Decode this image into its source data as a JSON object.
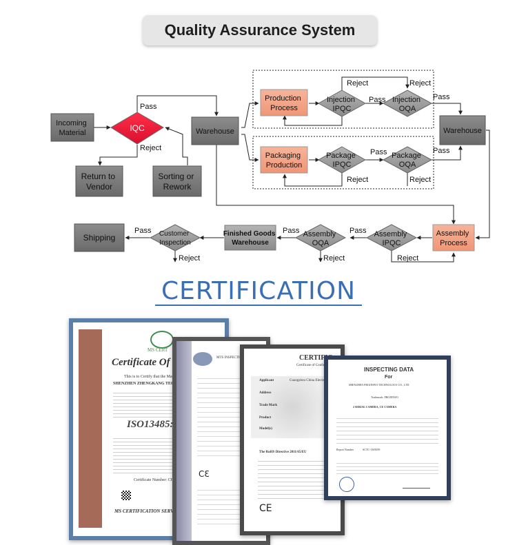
{
  "header": {
    "title": "Quality Assurance System"
  },
  "flow": {
    "incoming": [
      "Incoming",
      "Material"
    ],
    "iqc": "IQC",
    "return_vendor": [
      "Return to",
      "Vendor"
    ],
    "sorting": [
      "Sorting or",
      "Rework"
    ],
    "warehouse_left": "Warehouse",
    "warehouse_right": "Warehouse",
    "production_process": [
      "Production",
      "Process"
    ],
    "injection_ipqc": [
      "Injection",
      "IPQC"
    ],
    "injection_oqa": [
      "Injection",
      "OQA"
    ],
    "packaging_production": [
      "Packaging",
      "Production"
    ],
    "package_ipqc": [
      "Package",
      "IPQC"
    ],
    "package_oqa": [
      "Package",
      "OQA"
    ],
    "assembly_process": [
      "Assembly",
      "Process"
    ],
    "assembly_ipqc": [
      "Assembly",
      "IPQC"
    ],
    "assembly_oqa": [
      "Assembly",
      "OQA"
    ],
    "finished_goods": [
      "Finished Goods",
      "Warehouse"
    ],
    "customer_inspection": [
      "Customer",
      "Inspection"
    ],
    "shipping": "Shipping",
    "pass": "Pass",
    "reject": "Reject"
  },
  "certification": {
    "heading": "CERTIFICATION",
    "cert1": {
      "logo": "MS CERT",
      "title": "Certificate Of R",
      "line1": "This is to Certify that the Mana",
      "company": "SHENZHEN ZHENGKANG TECHNO",
      "standard": "ISO13485:2",
      "cert_number": "Certificate Number: CHINTW",
      "footer": "MS CERTIFICATION SERVIC"
    },
    "cert2": {
      "header": "MTS INSPECTION"
    },
    "cert3": {
      "title": "CERTIFIC",
      "subtitle": "Certificate of Confor",
      "applicant_label": "Applicant",
      "applicant_value": "Guangzhou China Electron",
      "address_label": "Address",
      "trade_mark_label": "Trade Mark",
      "product_label": "Product",
      "model_label": "Model(s)",
      "directive": "The RoHS Directive 2011/65/EU",
      "ce_mark": "CE"
    },
    "cert4": {
      "title": "INSPECTING DATA",
      "for": "For",
      "company": "SHENZHEN PROJINWO TECHNOLOGY CO., LTD",
      "camera_line": "2 SERIAL CAMERA, CE CAMERA",
      "report_number_label": "Report Number",
      "report_number_value": "SCTC-1305059",
      "trademark": "Trademark: PROJINWO"
    }
  }
}
